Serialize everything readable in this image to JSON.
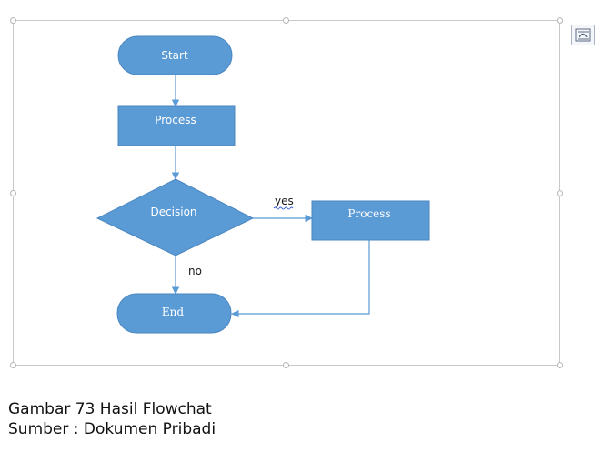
{
  "flowchart": {
    "nodes": {
      "start": "Start",
      "process1": "Process",
      "decision": "Decision",
      "process2": "Process",
      "end": "End"
    },
    "edges": {
      "yes_label": "yes",
      "no_label": "no"
    },
    "colors": {
      "fill": "#5b9bd5",
      "stroke": "#4a86c0",
      "connector": "#5b9bd5",
      "spellcheck_underline": "#3d63d6"
    }
  },
  "toolbar": {
    "layout_options_icon": "layout-options-icon"
  },
  "caption": {
    "line1": "Gambar 73 Hasil Flowchat",
    "line2": "Sumber : Dokumen Pribadi"
  }
}
